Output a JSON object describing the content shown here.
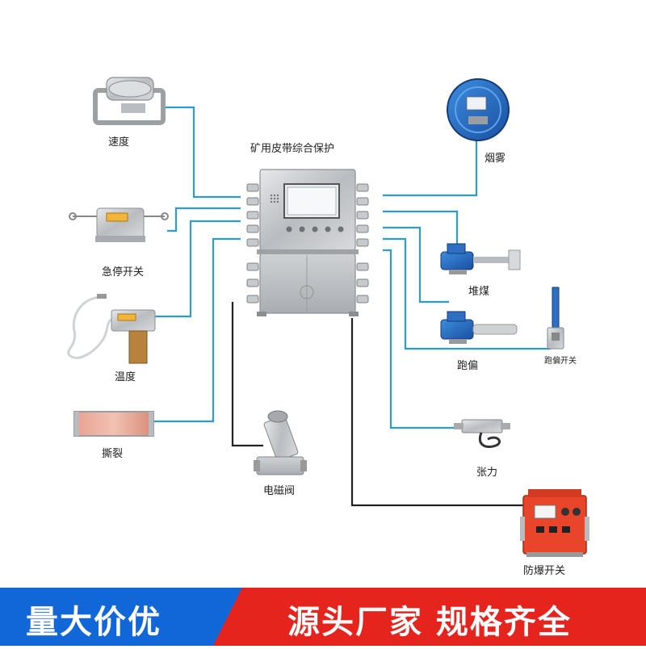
{
  "diagram": {
    "center_label": "矿用皮带综合保护",
    "devices": {
      "speed": "速度",
      "emergency_stop": "急停开关",
      "temperature": "温度",
      "tear": "撕裂",
      "solenoid_valve": "电磁阀",
      "smoke": "烟雾",
      "coal_pile": "堆煤",
      "deviation": "跑偏",
      "deviation_switch": "跑偏开关",
      "tension": "张力",
      "explosion_proof_switch": "防爆开关"
    }
  },
  "banner": {
    "left_text": "量大价优",
    "right_text": "源头厂家  规格齐全"
  },
  "colors": {
    "connector_blue": "#2a9bd6",
    "connector_black": "#222222",
    "banner_blue": "#1166d8",
    "banner_red": "#e5241e"
  }
}
